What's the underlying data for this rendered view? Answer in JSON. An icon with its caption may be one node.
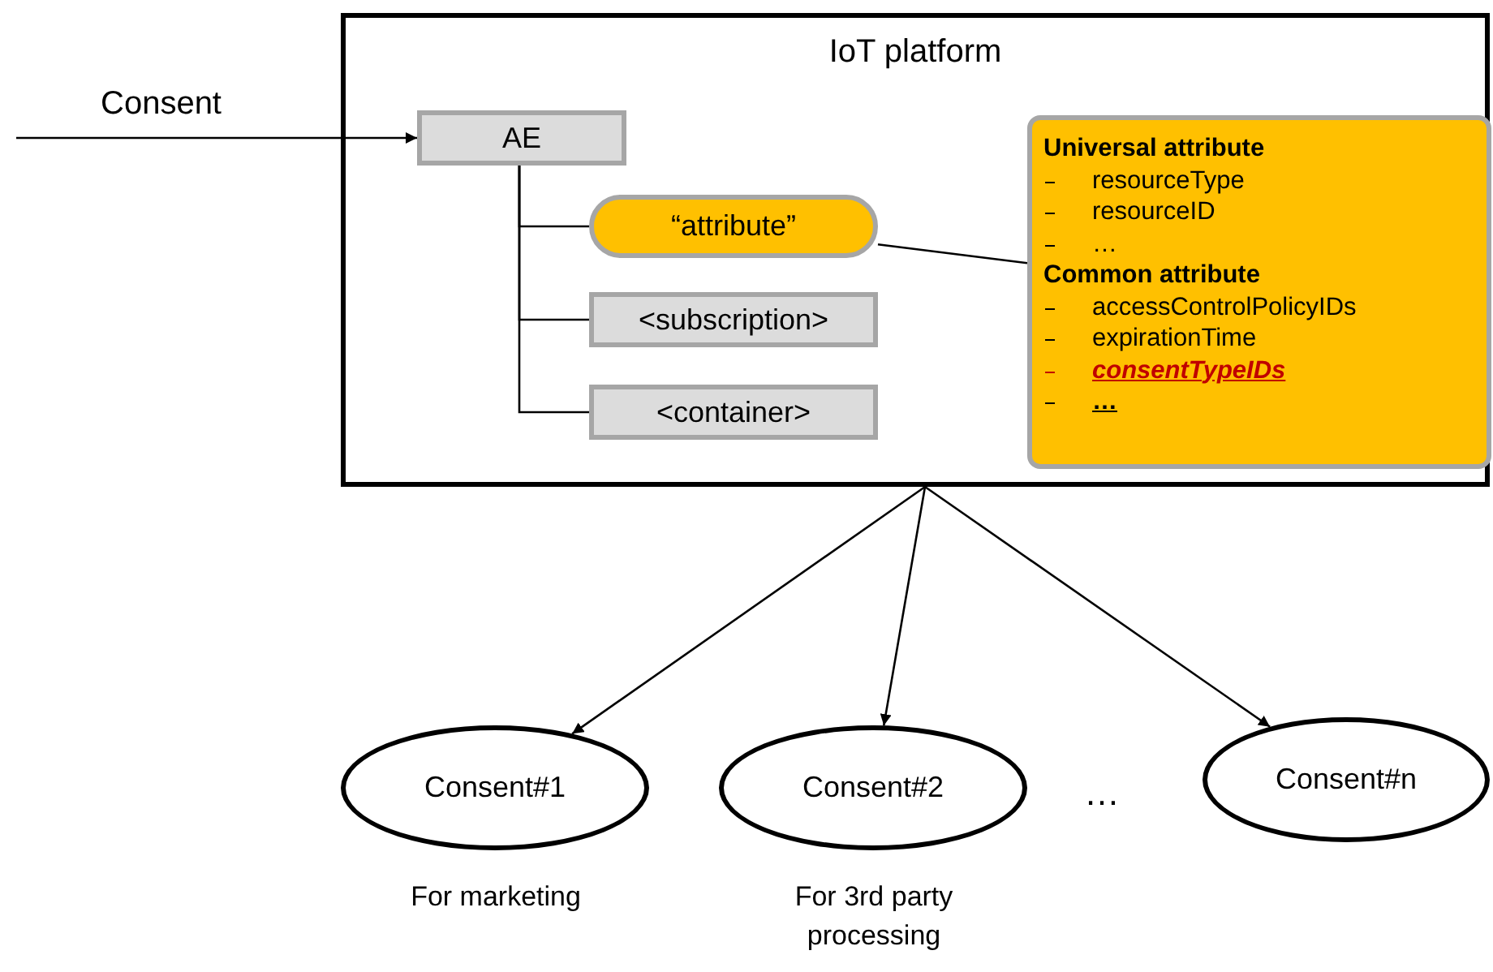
{
  "diagram": {
    "nodes": [
      {
        "text": [
          "IoT platform"
        ]
      },
      {
        "text": [
          "AE"
        ],
        "in": 0
      },
      {
        "text": [
          "“attribute”"
        ],
        "in": 0
      },
      {
        "text": [
          "<subscription>"
        ],
        "in": 0
      },
      {
        "text": [
          "<container>"
        ],
        "in": 0
      },
      {
        "text": [
          "Universal attribute",
          "resourceType",
          "resourceID",
          "…",
          "Common attribute",
          "accessControlPolicyIDs",
          "expirationTime",
          "consentTypeIDs",
          "…"
        ],
        "in": 0
      },
      {
        "text": [
          "Consent#1"
        ],
        "beside": [
          "For marketing"
        ]
      },
      {
        "text": [
          "Consent#2"
        ],
        "beside": [
          "For 3rd party processing"
        ]
      },
      {
        "text": [
          "Consent#n"
        ]
      }
    ],
    "edges": [
      {
        "from": null,
        "to": 1,
        "arrow": "to",
        "label": "Consent"
      },
      {
        "from": 1,
        "to": 2,
        "arrow": "none"
      },
      {
        "from": 1,
        "to": 3,
        "arrow": "none"
      },
      {
        "from": 1,
        "to": 4,
        "arrow": "none"
      },
      {
        "from": 2,
        "to": 5,
        "arrow": "none"
      },
      {
        "from": 0,
        "to": 6,
        "arrow": "to"
      },
      {
        "from": 0,
        "to": 7,
        "arrow": "to"
      },
      {
        "from": 0,
        "to": 8,
        "arrow": "to"
      }
    ],
    "labels": [
      "…"
    ]
  }
}
